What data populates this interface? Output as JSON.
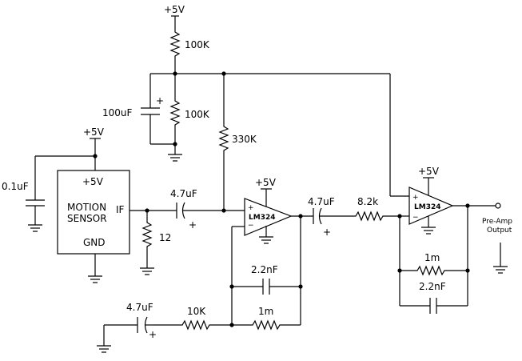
{
  "labels": {
    "vcc_top": "+5V",
    "r_100k_top": "100K",
    "r_100k_bottom": "100K",
    "c_100uf": "100uF",
    "cap_polarity_plus": "+",
    "r_330k": "330K",
    "vcc_sensor": "+5V",
    "c_01uf": "0.1uF",
    "sensor_vcc": "+5V",
    "sensor_name_line1": "MOTION",
    "sensor_name_line2": "SENSOR",
    "sensor_if": "IF",
    "sensor_gnd": "GND",
    "r_12": "12",
    "c_47uf_1": "4.7uF",
    "vcc_op1": "+5V",
    "op1_name": "LM324",
    "op_plus": "+",
    "op_minus": "−",
    "c_22nf_1": "2.2nF",
    "r_1m_1": "1m",
    "r_10k": "10K",
    "c_47uf_3": "4.7uF",
    "c_47uf_2": "4.7uF",
    "r_82k": "8.2k",
    "vcc_op2": "+5V",
    "op2_name": "LM324",
    "r_1m_2": "1m",
    "c_22nf_2": "2.2nF",
    "output_line1": "Pre-Amp",
    "output_line2": "Output"
  }
}
